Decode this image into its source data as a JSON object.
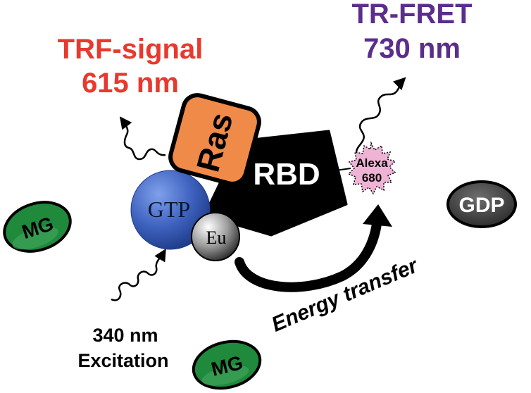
{
  "labels": {
    "trf_line1": "TRF-signal",
    "trf_line2": "615 nm",
    "fret_line1": "TR-FRET",
    "fret_line2": "730 nm",
    "ras": "Ras",
    "rbd": "RBD",
    "gtp": "GTP",
    "eu": "Eu",
    "alexa_line1": "Alexa",
    "alexa_line2": "680",
    "gdp": "GDP",
    "mg_left": "MG",
    "mg_bottom": "MG",
    "energy_transfer": "Energy transfer",
    "excitation_line1": "340 nm",
    "excitation_line2": "Excitation"
  },
  "colors": {
    "trf_red": "#e8392e",
    "fret_purple": "#5b2d8c",
    "ras_orange": "#f08a48",
    "gtp_blue": "#3f63c0",
    "alexa_pink": "#efb3d6",
    "mg_green": "#1f8a3c",
    "gdp_gray": "#3a3a3a"
  }
}
